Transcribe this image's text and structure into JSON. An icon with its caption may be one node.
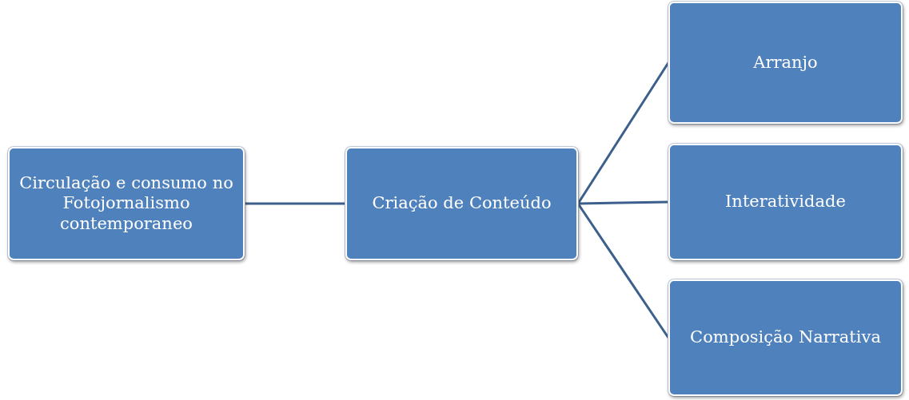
{
  "diagram": {
    "nodes": [
      {
        "text": [
          "Circulação e consumo no Fotojornalismo contemporaneo"
        ]
      },
      {
        "text": [
          "Criação de Conteúdo"
        ]
      },
      {
        "text": [
          "Arranjo"
        ]
      },
      {
        "text": [
          "Interatividade"
        ]
      },
      {
        "text": [
          "Composição Narrativa"
        ]
      }
    ],
    "edges": [
      {
        "from": 0,
        "to": 1,
        "arrow": "none"
      },
      {
        "from": 1,
        "to": 2,
        "arrow": "none"
      },
      {
        "from": 1,
        "to": 3,
        "arrow": "none"
      },
      {
        "from": 1,
        "to": 4,
        "arrow": "none"
      }
    ]
  }
}
